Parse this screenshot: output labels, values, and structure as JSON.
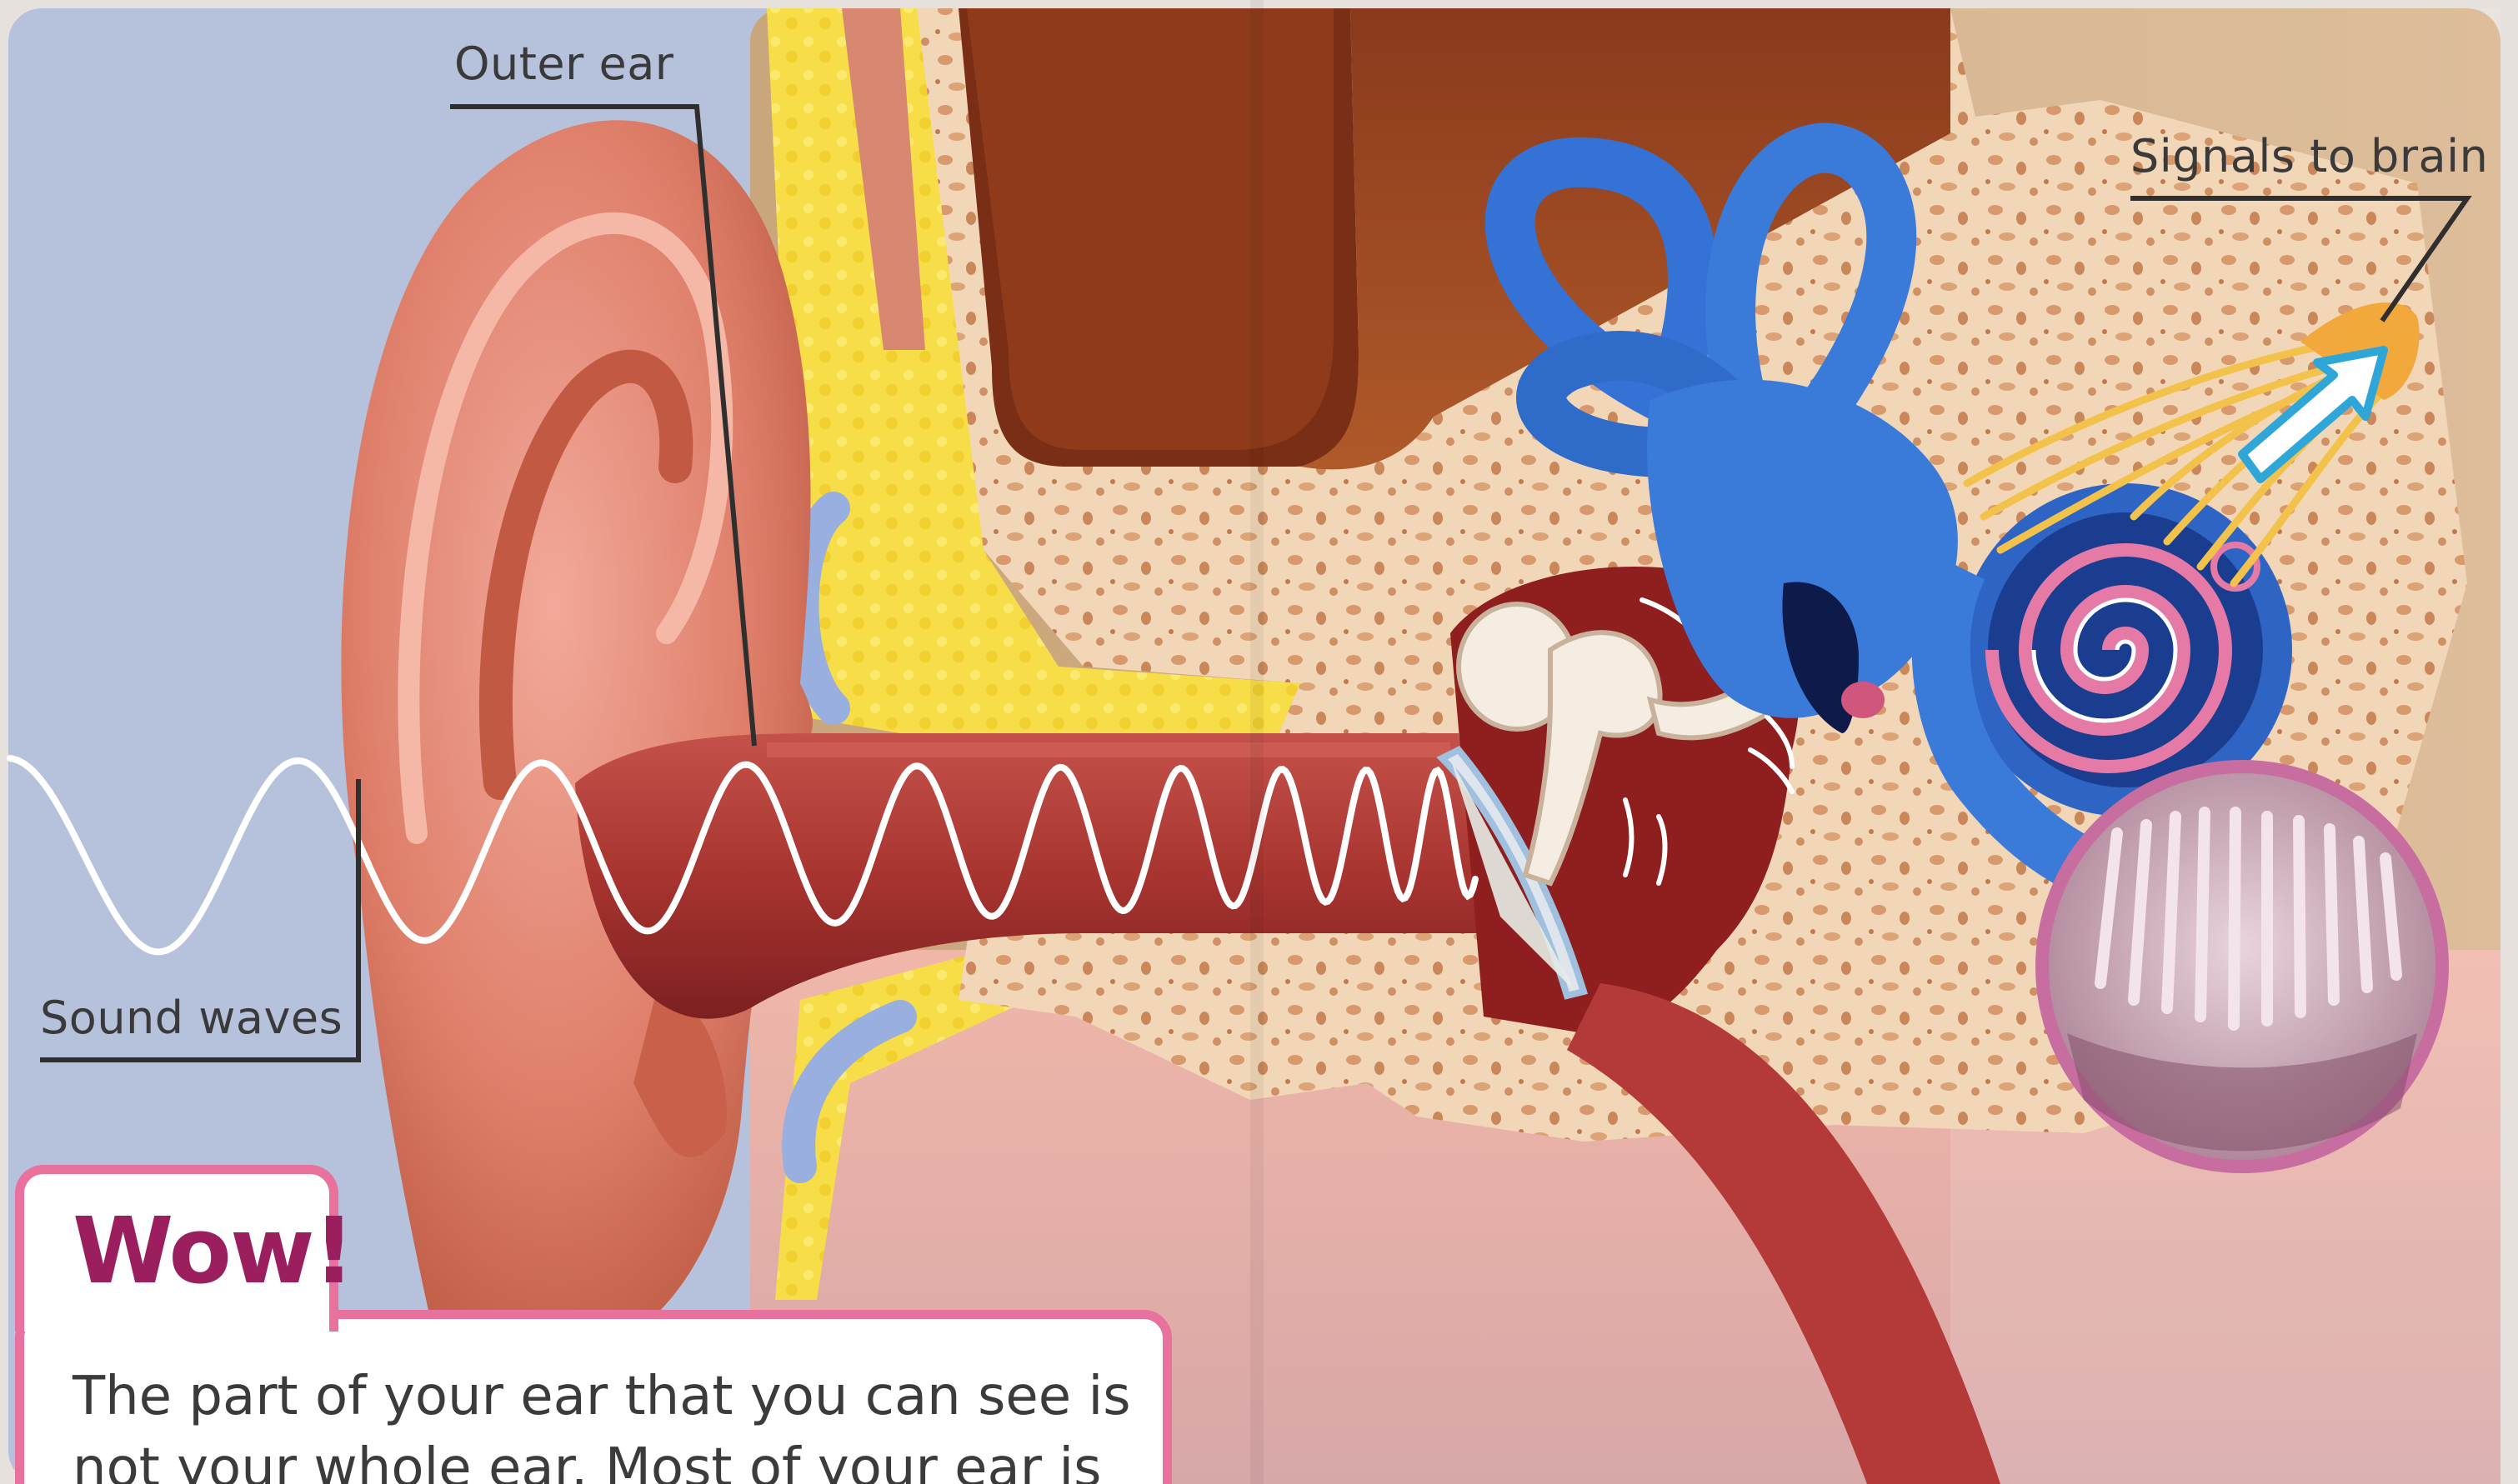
{
  "labels": {
    "outer_ear": "Outer ear",
    "sound_waves": "Sound waves",
    "signals_to_brain": "Signals to brain"
  },
  "callout": {
    "title": "Wow!",
    "text": "The part of your ear that you can see is not your whole ear. Most of your ear is"
  },
  "colors": {
    "background_left": "#b9c4dc",
    "skin": "#e08a73",
    "ear_canal": "#b8433a",
    "fat_layer": "#f6dc4a",
    "bone": "#f0cfae",
    "inner_ear": "#2f6fd1",
    "nerves": "#f3c24a",
    "callout_border": "#e8719e",
    "callout_title": "#9b1f5e"
  }
}
